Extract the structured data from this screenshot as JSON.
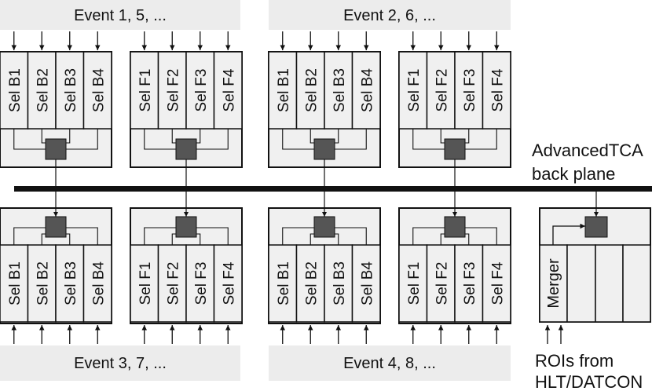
{
  "event_bands": [
    {
      "label": "Event 1, 5, ..."
    },
    {
      "label": "Event 2, 6, ..."
    },
    {
      "label": "Event 3, 7, ..."
    },
    {
      "label": "Event 4, 8, ..."
    }
  ],
  "boards": {
    "top": [
      {
        "slots": [
          "Sel B1",
          "Sel B2",
          "Sel B3",
          "Sel B4"
        ]
      },
      {
        "slots": [
          "Sel F1",
          "Sel F2",
          "Sel F3",
          "Sel F4"
        ]
      },
      {
        "slots": [
          "Sel B1",
          "Sel B2",
          "Sel B3",
          "Sel B4"
        ]
      },
      {
        "slots": [
          "Sel F1",
          "Sel F2",
          "Sel F3",
          "Sel F4"
        ]
      }
    ],
    "bottom": [
      {
        "slots": [
          "Sel B1",
          "Sel B2",
          "Sel B3",
          "Sel B4"
        ]
      },
      {
        "slots": [
          "Sel F1",
          "Sel F2",
          "Sel F3",
          "Sel F4"
        ]
      },
      {
        "slots": [
          "Sel B1",
          "Sel B2",
          "Sel B3",
          "Sel B4"
        ]
      },
      {
        "slots": [
          "Sel F1",
          "Sel F2",
          "Sel F3",
          "Sel F4"
        ]
      }
    ]
  },
  "merger": {
    "label": "Merger"
  },
  "backplane": {
    "line1": "AdvancedTCA",
    "line2": "back plane"
  },
  "rois": {
    "line1": "ROIs from",
    "line2": "HLT/DATCON"
  },
  "colors": {
    "band": "#ececec",
    "board_fill": "#f0f0f0",
    "switch": "#555555",
    "line": "#111111"
  }
}
